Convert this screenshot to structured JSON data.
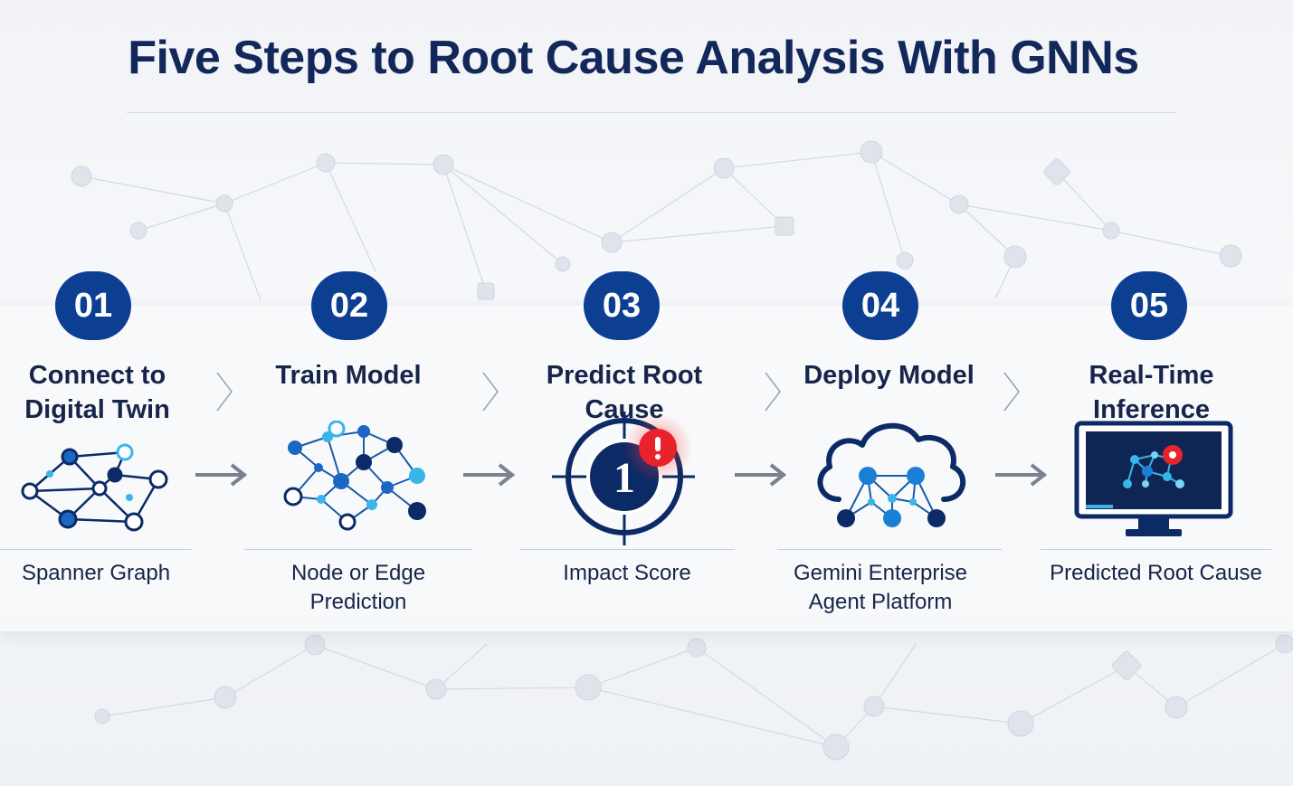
{
  "title": "Five Steps to Root Cause Analysis With GNNs",
  "steps": [
    {
      "number": "01",
      "title_lines": [
        "Connect to",
        "Digital Twin"
      ],
      "icon": "graph-network-icon",
      "label_lines": [
        "Spanner Graph"
      ]
    },
    {
      "number": "02",
      "title_lines": [
        "Train Model"
      ],
      "icon": "neural-network-icon",
      "label_lines": [
        "Node or Edge Prediction"
      ]
    },
    {
      "number": "03",
      "title_lines": [
        "Predict Root Cause"
      ],
      "icon": "target-icon",
      "icon_text": "1",
      "label_lines": [
        "Impact Score"
      ]
    },
    {
      "number": "04",
      "title_lines": [
        "Deploy Model"
      ],
      "icon": "cloud-network-icon",
      "label_lines": [
        "Gemini Enterprise",
        "Agent Platform"
      ]
    },
    {
      "number": "05",
      "title_lines": [
        "Real-Time Inference"
      ],
      "icon": "monitor-icon",
      "label_lines": [
        "Predicted Root Cause"
      ]
    }
  ],
  "colors": {
    "title": "#13285a",
    "badge": "#0c3f91",
    "text": "#17254a",
    "node_dark": "#0c2a66",
    "node_mid": "#1b67c4",
    "node_light": "#38b6ea",
    "alert": "#e8232b",
    "arrow": "#7a8290"
  }
}
